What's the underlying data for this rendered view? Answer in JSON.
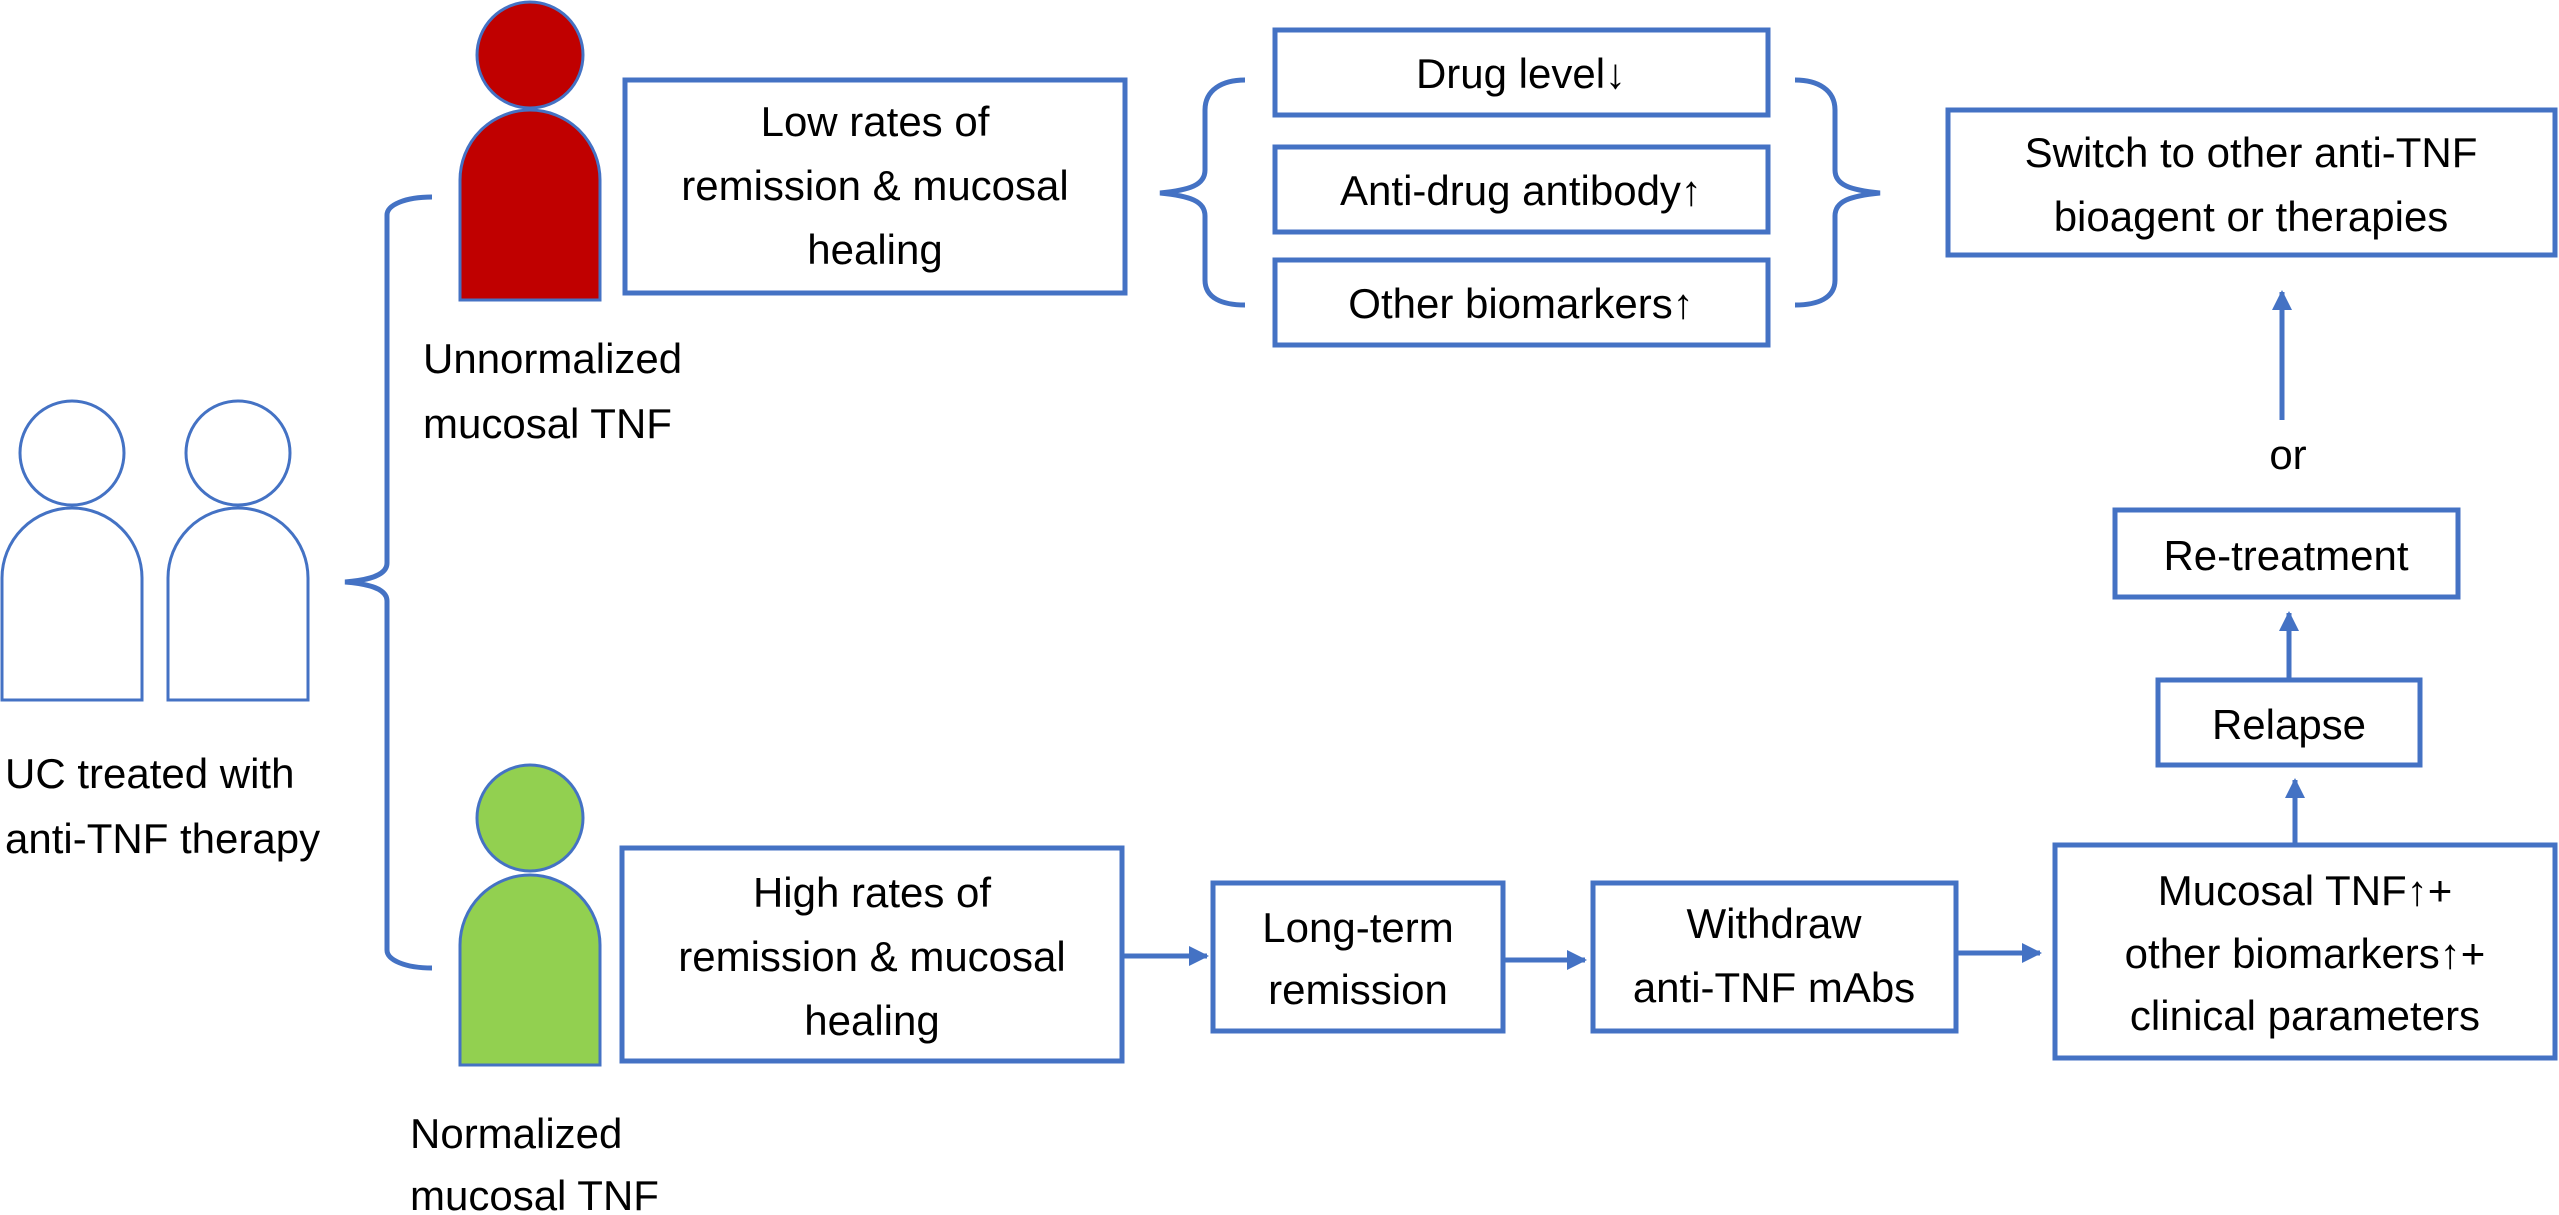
{
  "colors": {
    "accent": "#4472C4",
    "person_unnormalized": "#C00000",
    "person_normalized": "#92D050",
    "person_outline": "#4472C4"
  },
  "patients": {
    "label_line1": "UC treated with",
    "label_line2": "anti-TNF therapy"
  },
  "unnormalized": {
    "label_line1": "Unnormalized",
    "label_line2": "mucosal TNF",
    "outcome": [
      "Low rates of",
      "remission & mucosal",
      "healing"
    ],
    "markers": [
      "Drug level↓",
      "Anti-drug antibody↑",
      "Other biomarkers↑"
    ],
    "action": [
      "Switch to other anti-TNF",
      "bioagent or therapies"
    ]
  },
  "normalized": {
    "label_line1": "Normalized",
    "label_line2": "mucosal TNF",
    "outcome": [
      "High rates of",
      "remission & mucosal",
      "healing"
    ],
    "remission": [
      "Long-term",
      "remission"
    ],
    "withdraw": [
      "Withdraw",
      "anti-TNF mAbs"
    ],
    "monitor": [
      "Mucosal TNF↑+",
      "other biomarkers↑+",
      "clinical parameters"
    ],
    "relapse": "Relapse",
    "retreatment": "Re-treatment",
    "or": "or"
  },
  "icons": [
    "person-icon"
  ]
}
